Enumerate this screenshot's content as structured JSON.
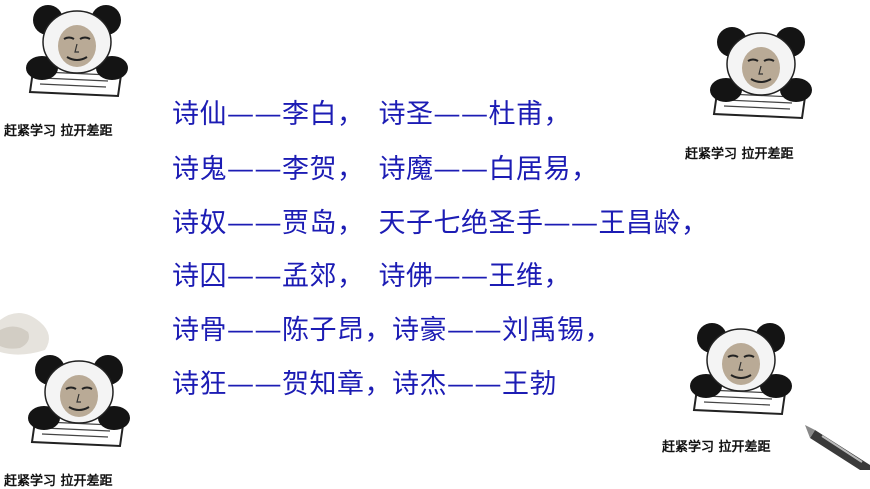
{
  "poets": [
    "诗仙——李白，　诗圣——杜甫，",
    "诗鬼——李贺，　诗魔——白居易，",
    "诗奴——贾岛，　天子七绝圣手——王昌龄，",
    "诗囚——孟郊，　诗佛——王维，",
    "诗骨——陈子昂，诗豪——刘禹锡，",
    "诗狂——贺知章，诗杰——王勃"
  ],
  "meme_caption": "赶紧学习 拉开差距",
  "colors": {
    "text": "#1c1cb4",
    "caption": "#111111"
  },
  "icons": [
    "panda-meme-icon",
    "ink-wash-decoration",
    "pen-icon"
  ]
}
